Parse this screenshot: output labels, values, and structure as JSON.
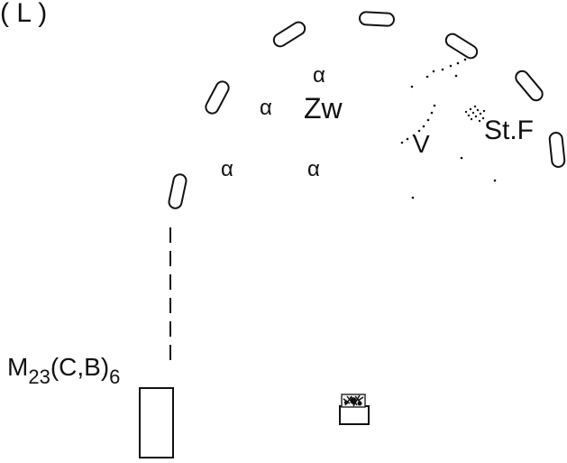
{
  "diagram": {
    "top_left_fragment": "( L )",
    "labels": {
      "zw": "Zw",
      "v": "V",
      "stf": "St.F",
      "m23_main": "M",
      "m23_sub1": "23",
      "m23_paren": "(C,B)",
      "m23_sub2": "6"
    },
    "alpha_symbol": "α"
  }
}
